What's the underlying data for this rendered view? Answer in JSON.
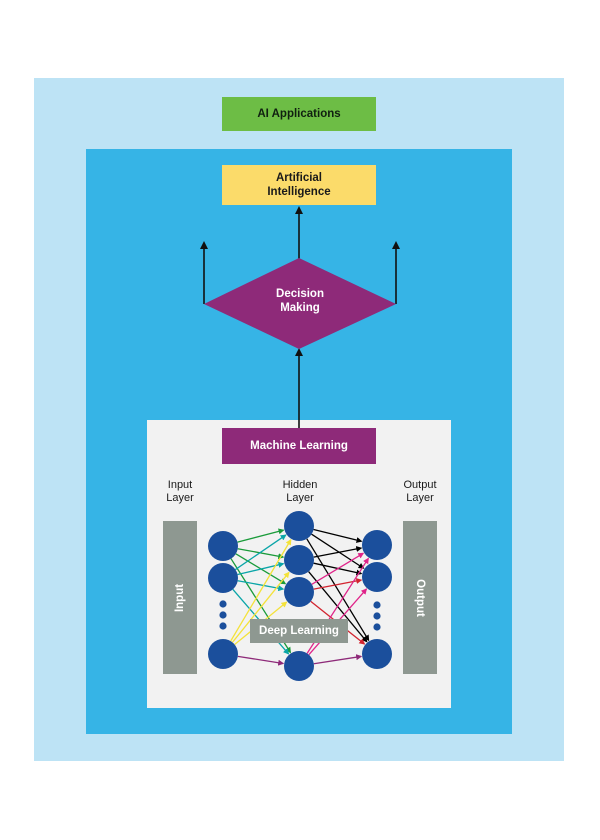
{
  "labels": {
    "ai_applications": "AI Applications",
    "artificial_intelligence": "Artificial Intelligence",
    "decision_making": "Decision Making",
    "machine_learning": "Machine Learning",
    "input_layer": "Input Layer",
    "hidden_layer": "Hidden Layer",
    "output_layer": "Output Layer",
    "input_bar": "Input",
    "output_bar": "Output",
    "deep_learning": "Deep Learning"
  },
  "colors": {
    "outer_panel": "#bde3f5",
    "inner_panel": "#36b4e6",
    "ai_applications": "#6dbd45",
    "artificial_intelligence": "#fbdb6a",
    "purple": "#8e2a79",
    "node": "#1b4f9c",
    "gray_bar": "#8e9891",
    "edge_green": "#1a9b3a",
    "edge_teal": "#0aa5a8",
    "edge_yellow": "#f4e23a",
    "edge_purple": "#8e2a79",
    "edge_black": "#000000",
    "edge_red": "#d2242f",
    "edge_magenta": "#e0258a"
  }
}
